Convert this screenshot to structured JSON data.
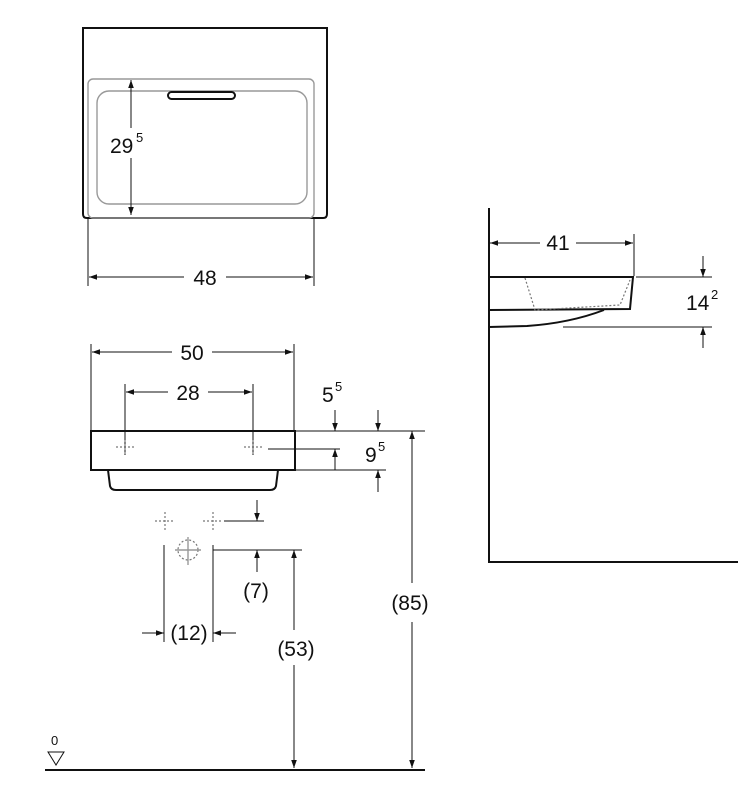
{
  "top_view": {
    "depth_label": {
      "main": "29",
      "sup": "5"
    },
    "width_label": "48"
  },
  "front_view": {
    "width_label": "50",
    "tap_spacing_label": "28",
    "rim_offset_label": {
      "main": "5",
      "sup": "5"
    },
    "rim_height_label": {
      "main": "9",
      "sup": "5"
    },
    "overall_height_label": "(85)",
    "drain_offset_label": "(7)",
    "drain_height_label": "(53)",
    "drain_spacing_label": "(12)",
    "floor_label": "0"
  },
  "side_view": {
    "projection_label": "41",
    "height_label": {
      "main": "14",
      "sup": "2"
    }
  }
}
